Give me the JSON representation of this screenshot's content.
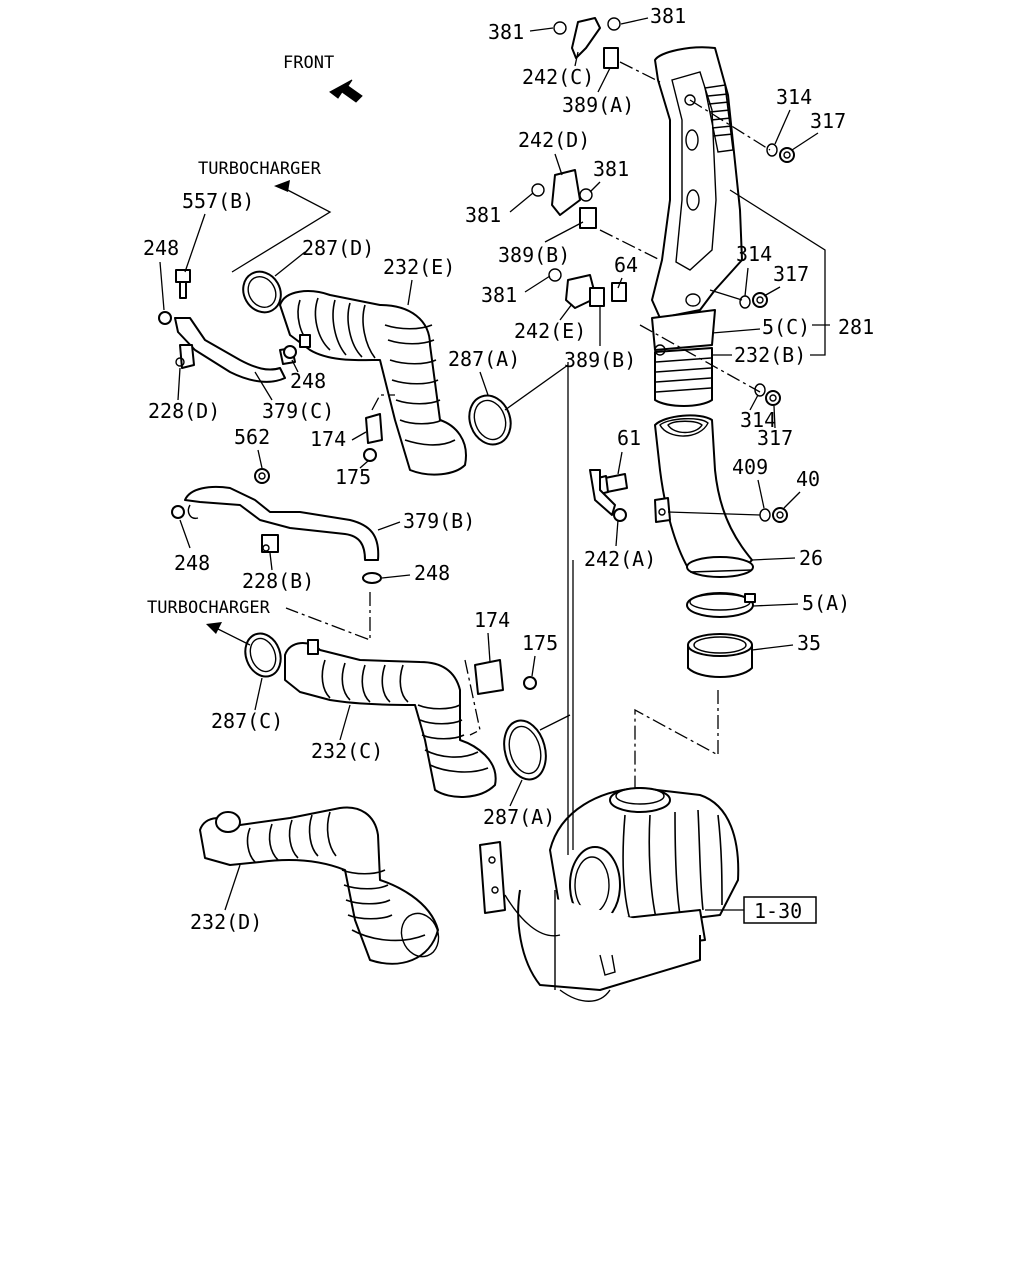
{
  "direction": {
    "front_label": "FRONT",
    "turbocharger_top": "TURBOCHARGER",
    "turbocharger_mid": "TURBOCHARGER"
  },
  "callouts": {
    "c381_a": "381",
    "c381_b": "381",
    "c242c": "242(C)",
    "c389a": "389(A)",
    "c314_a": "314",
    "c317_a": "317",
    "c242d": "242(D)",
    "c381_c": "381",
    "c381_d": "381",
    "c389b_a": "389(B)",
    "c64": "64",
    "c314_b": "314",
    "c317_b": "317",
    "c381_e": "381",
    "c242e": "242(E)",
    "c5c": "5(C)",
    "c281": "281",
    "c389b_b": "389(B)",
    "c232b": "232(B)",
    "c314_c": "314",
    "c317_c": "317",
    "c61": "61",
    "c409": "409",
    "c40": "40",
    "c242a": "242(A)",
    "c26": "26",
    "c5a": "5(A)",
    "c35": "35",
    "c557b": "557(B)",
    "c248_a": "248",
    "c287d": "287(D)",
    "c232e": "232(E)",
    "c287a_top": "287(A)",
    "c248_b": "248",
    "c228d": "228(D)",
    "c379c": "379(C)",
    "c174_a": "174",
    "c175_a": "175",
    "c562": "562",
    "c379b": "379(B)",
    "c248_c": "248",
    "c228b": "228(B)",
    "c248_d": "248",
    "c287c": "287(C)",
    "c232c": "232(C)",
    "c174_b": "174",
    "c175_b": "175",
    "c287a_bottom": "287(A)",
    "c232d": "232(D)",
    "ref_box": "1-30"
  }
}
